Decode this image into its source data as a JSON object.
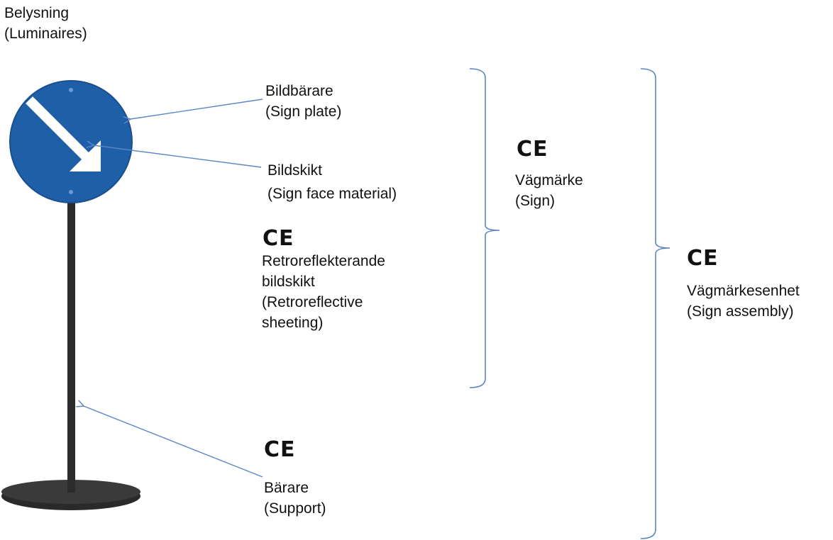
{
  "labels": {
    "luminaires": {
      "sv": "Belysning",
      "en": "(Luminaires)"
    },
    "sign_plate": {
      "sv": "Bildbärare",
      "en": "(Sign plate)"
    },
    "sign_face": {
      "sv": "Bildskikt",
      "en": "(Sign face material)"
    },
    "retroreflective": {
      "line1": "Retroreflekterande",
      "line2": "bildskikt",
      "line3": "(Retroreflective",
      "line4": "sheeting)"
    },
    "support": {
      "sv": "Bärare",
      "en": "(Support)"
    },
    "sign": {
      "sv": "Vägmärke",
      "en": "(Sign)"
    },
    "sign_assembly": {
      "sv": "Vägmärkesenhet",
      "en": "(Sign assembly)"
    }
  },
  "ce_mark": "CE",
  "colors": {
    "bracket": "#5b86c4",
    "arrow": "#5b86c4",
    "sign_blue": "#1f5fa8",
    "sign_arrow": "#ffffff",
    "post": "#2a2a2a",
    "text": "#111111"
  },
  "icons": {
    "road_sign": "keep-right-sign-icon",
    "ce": "ce-mark-icon"
  }
}
